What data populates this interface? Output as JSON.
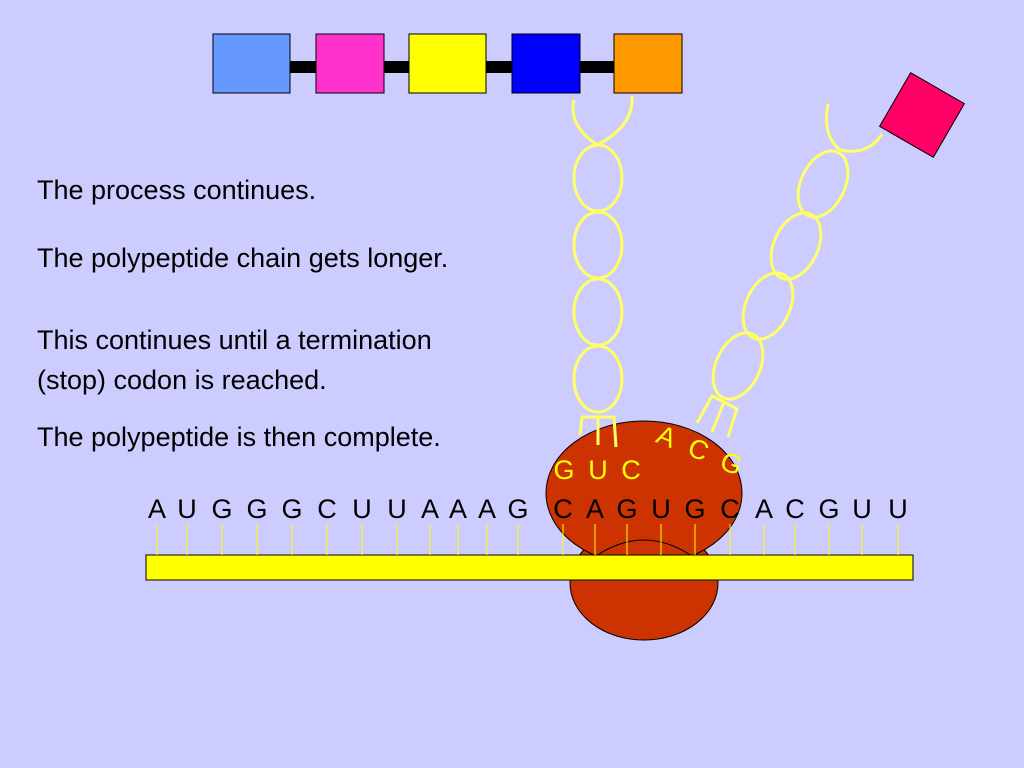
{
  "text": {
    "line1": "The process continues.",
    "line2": "The polypeptide chain gets longer.",
    "line3a": "This continues until a termination",
    "line3b": "(stop) codon is reached.",
    "line4": "The polypeptide is then complete."
  },
  "mrna_bases": [
    "A",
    "U",
    "G",
    "G",
    "G",
    "C",
    "U",
    "U",
    "A",
    "A",
    "A",
    "G",
    "C",
    "A",
    "G",
    "U",
    "G",
    "C",
    "A",
    "C",
    "G",
    "U",
    "U"
  ],
  "trna1_anticodon": [
    "G",
    "U",
    "C"
  ],
  "trna2_anticodon": [
    "A",
    "C",
    "G"
  ],
  "colors": {
    "background": "#ccccff",
    "mrna_strand": "#ffff00",
    "ribosome": "#cc3300",
    "trna": "#ffff66",
    "anticodon_text": "#ffff00",
    "chain_link": "#000000",
    "amino_acids": [
      "#6699ff",
      "#ff33cc",
      "#ffff00",
      "#0000ff",
      "#ff9900"
    ],
    "new_amino_acid": "#ff0066"
  }
}
